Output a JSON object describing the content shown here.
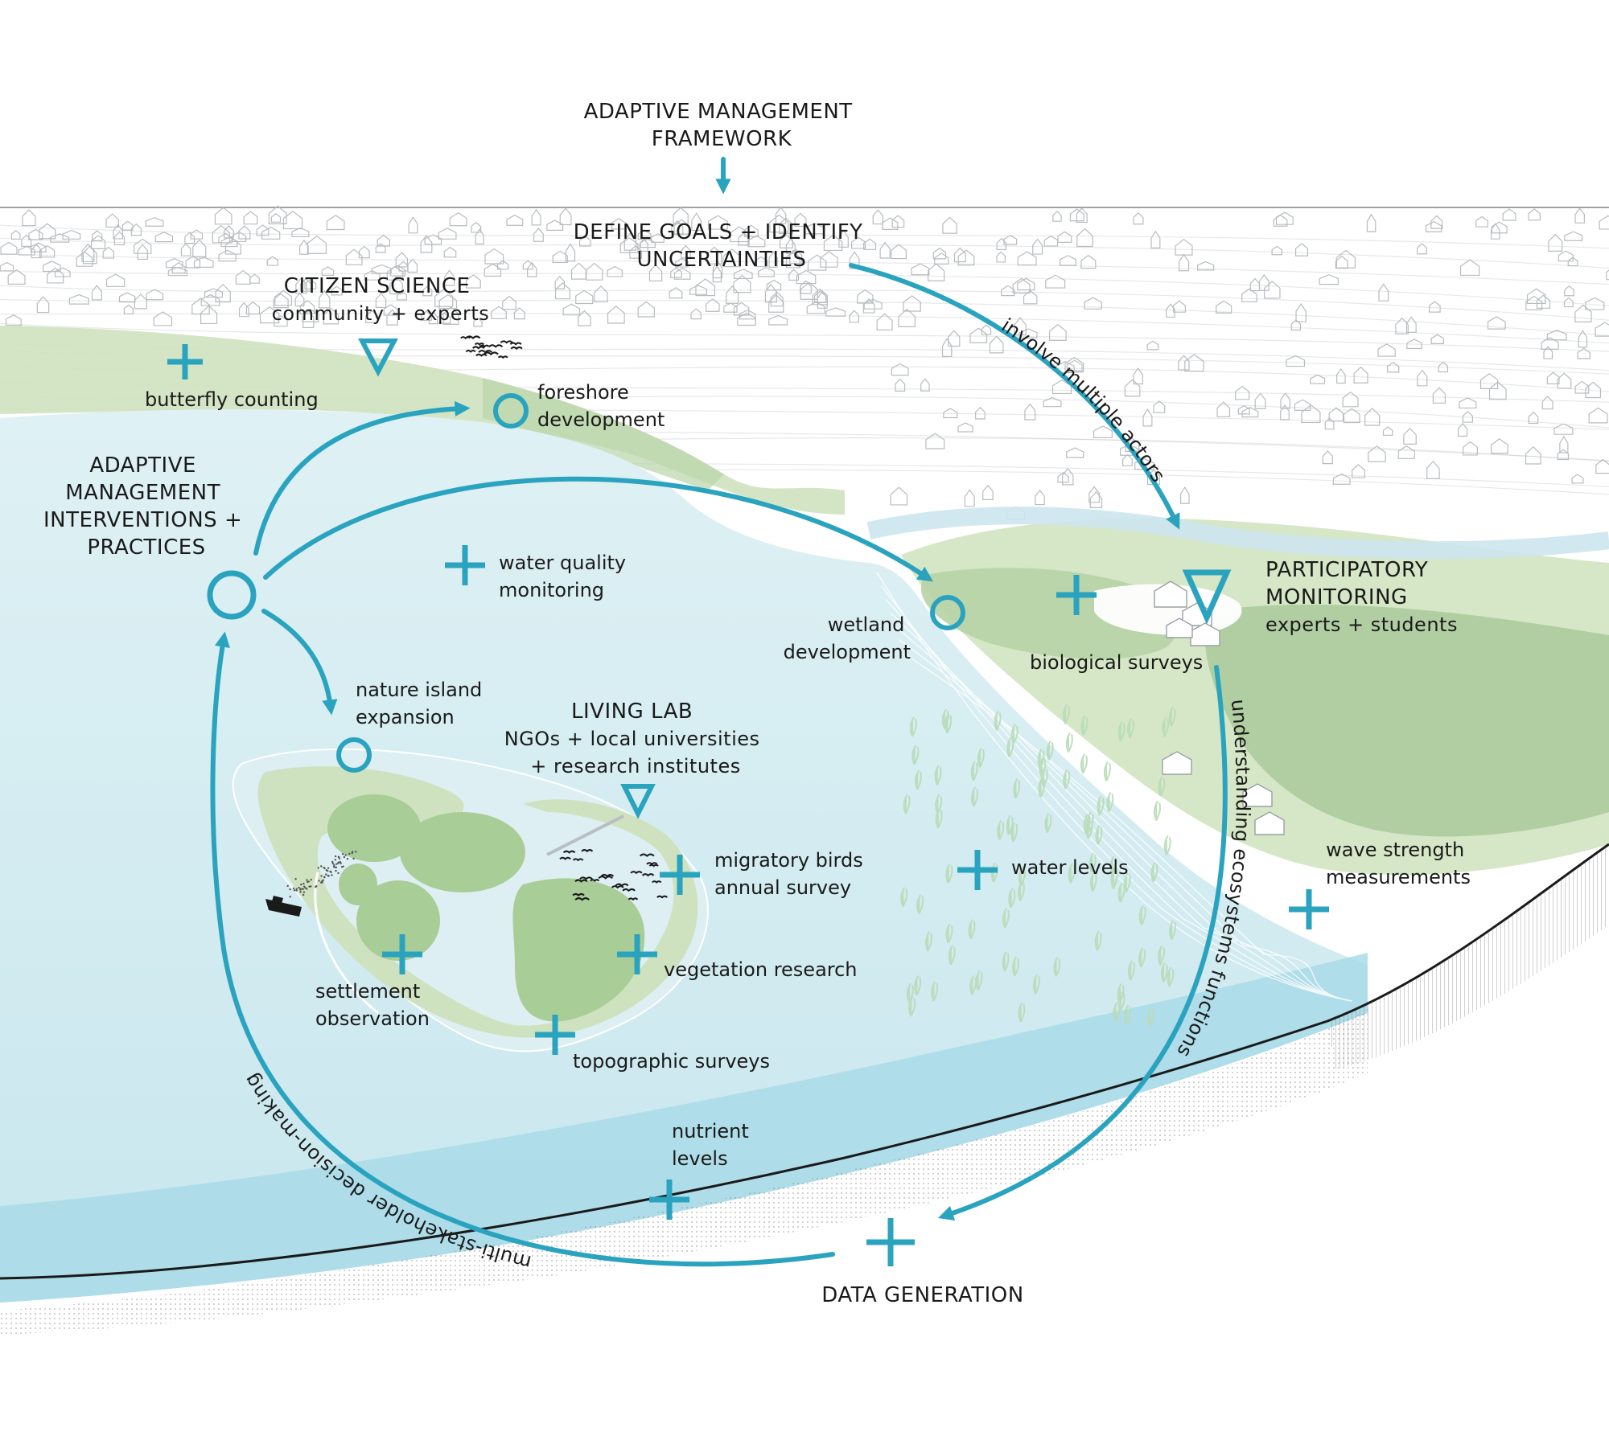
{
  "colors": {
    "accent": "#2aa3bf",
    "water": "#cde9ee",
    "water_deep": "#a9dbe8",
    "land_green": "#cfe2bf",
    "land_dark": "#a9c99a",
    "sketch": "#b8bcbf",
    "ink": "#1a1a1a"
  },
  "framework": {
    "line1": "ADAPTIVE MANAGEMENT",
    "line2": "FRAMEWORK"
  },
  "define_goals": {
    "line1": "DEFINE GOALS + IDENTIFY",
    "line2": "UNCERTAINTIES"
  },
  "citizen_science": {
    "line1": "CITIZEN SCIENCE",
    "line2": "community + experts"
  },
  "participatory": {
    "line1": "PARTICIPATORY",
    "line2": "MONITORING",
    "line3": "experts + students"
  },
  "living_lab": {
    "line1": "LIVING LAB",
    "line2": "NGOs + local universities",
    "line3": "+ research institutes"
  },
  "interventions": {
    "line1": "ADAPTIVE",
    "line2": "MANAGEMENT",
    "line3": "INTERVENTIONS +",
    "line4": "PRACTICES"
  },
  "data_generation": "DATA GENERATION",
  "arcs": {
    "involve": "involve multiple actors",
    "understanding": "understanding ecosystems functions",
    "decision": "multi-stakeholder decision-making"
  },
  "interventions_list": {
    "foreshore": {
      "line1": "foreshore",
      "line2": "development"
    },
    "wetland": {
      "line1": "wetland",
      "line2": "development"
    },
    "nature_island": {
      "line1": "nature island",
      "line2": "expansion"
    }
  },
  "monitoring": {
    "butterfly": "butterfly counting",
    "water_quality": {
      "line1": "water quality",
      "line2": "monitoring"
    },
    "biological": "biological surveys",
    "migratory": {
      "line1": "migratory birds",
      "line2": "annual survey"
    },
    "water_levels": "water levels",
    "wave": {
      "line1": "wave strength",
      "line2": "measurements"
    },
    "vegetation": "vegetation research",
    "settlement": {
      "line1": "settlement",
      "line2": "observation"
    },
    "topographic": "topographic surveys",
    "nutrient": {
      "line1": "nutrient",
      "line2": "levels"
    }
  },
  "icons": {
    "plus": "plus-icon",
    "circle": "circle-icon",
    "triangle": "triangle-icon",
    "birds": "birds-icon",
    "boat": "boat-icon",
    "houses": "houses-icon"
  }
}
